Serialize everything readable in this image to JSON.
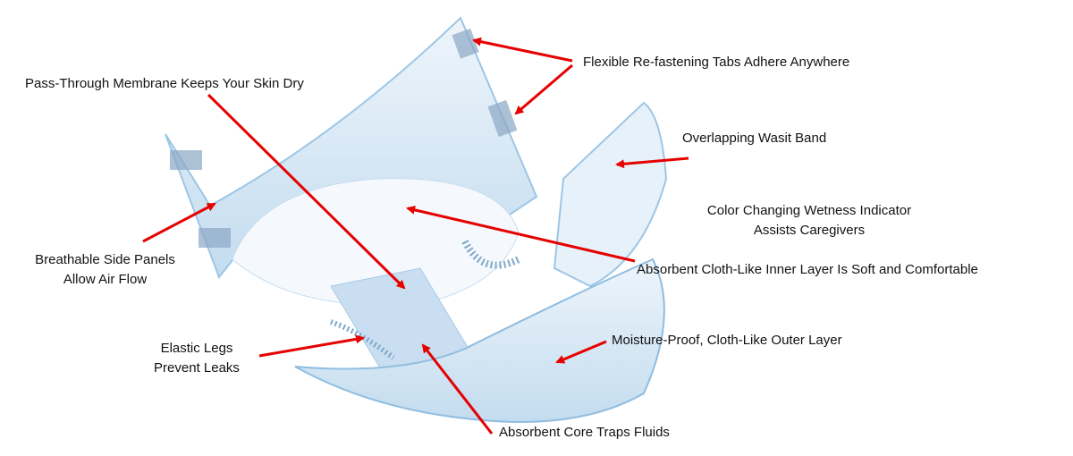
{
  "labels": {
    "tabs": "Flexible Re-fastening Tabs Adhere Anywhere",
    "membrane": "Pass-Through Membrane Keeps Your Skin Dry",
    "waist": "Overlapping Wasit Band",
    "wetness_1": "Color Changing Wetness Indicator",
    "wetness_2": "Assists Caregivers",
    "side_1": "Breathable Side Panels",
    "side_2": "Allow Air Flow",
    "inner": "Absorbent Cloth-Like Inner Layer Is Soft and Comfortable",
    "legs_1": "Elastic Legs",
    "legs_2": "Prevent Leaks",
    "outer": "Moisture-Proof, Cloth-Like Outer Layer",
    "core": "Absorbent Core Traps Fluids"
  },
  "colors": {
    "arrow": "#e60000",
    "arrow_dark": "#8b2a10",
    "product": "#cfe3f3",
    "product_edge": "#8fbde0"
  }
}
